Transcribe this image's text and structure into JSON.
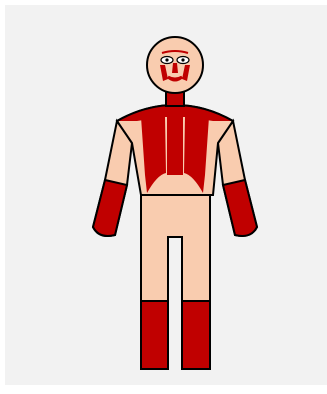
{
  "figure": {
    "subject": "standing-human-body-map",
    "colors": {
      "background": "#f2f2f2",
      "skin": "#f9ccaf",
      "highlight": "#c00000",
      "outline": "#000000"
    },
    "highlighted_regions": [
      "face",
      "neck",
      "shoulders",
      "chest",
      "forearms",
      "lower-legs"
    ]
  }
}
